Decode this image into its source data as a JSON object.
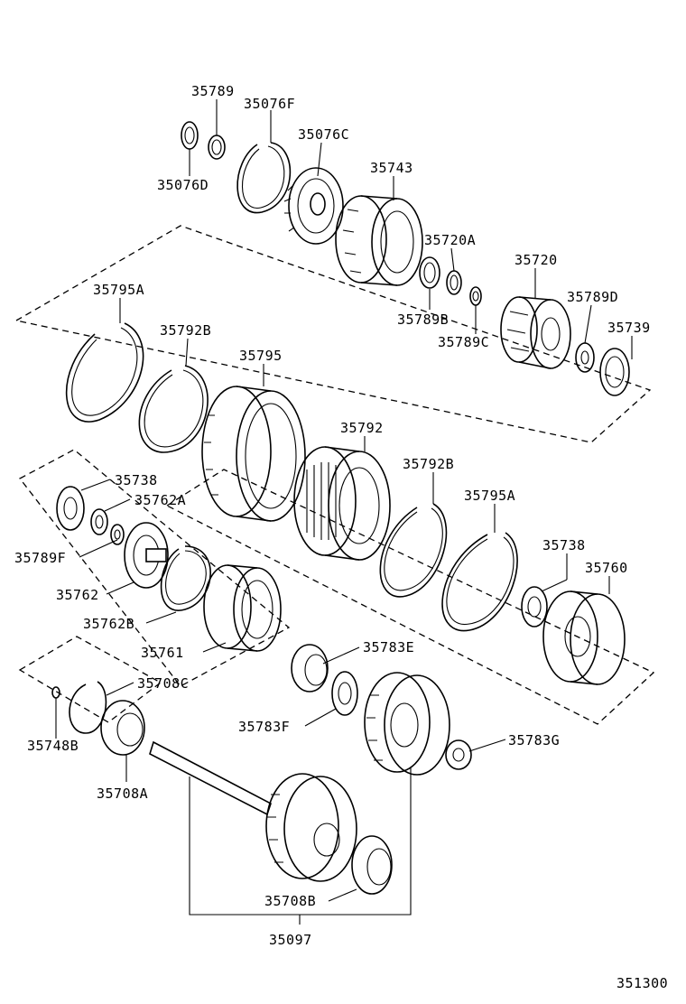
{
  "diagram_id": "351300",
  "labels": {
    "p35789": "35789",
    "p35076F": "35076F",
    "p35076C": "35076C",
    "p35076D": "35076D",
    "p35743": "35743",
    "p35720A": "35720A",
    "p35720": "35720",
    "p35795A_top": "35795A",
    "p35792B_top": "35792B",
    "p35795": "35795",
    "p35789D": "35789D",
    "p35739": "35739",
    "p35789B": "35789B",
    "p35789C": "35789C",
    "p35738_left": "35738",
    "p35762A": "35762A",
    "p35792": "35792",
    "p35792B_mid": "35792B",
    "p35795A_mid": "35795A",
    "p35789F": "35789F",
    "p35762": "35762",
    "p35738_right": "35738",
    "p35760": "35760",
    "p35762B": "35762B",
    "p35761": "35761",
    "p35783E": "35783E",
    "p35708C": "35708C",
    "p35783F": "35783F",
    "p35783G": "35783G",
    "p35748B": "35748B",
    "p35708A": "35708A",
    "p35708B": "35708B",
    "p35097": "35097"
  }
}
